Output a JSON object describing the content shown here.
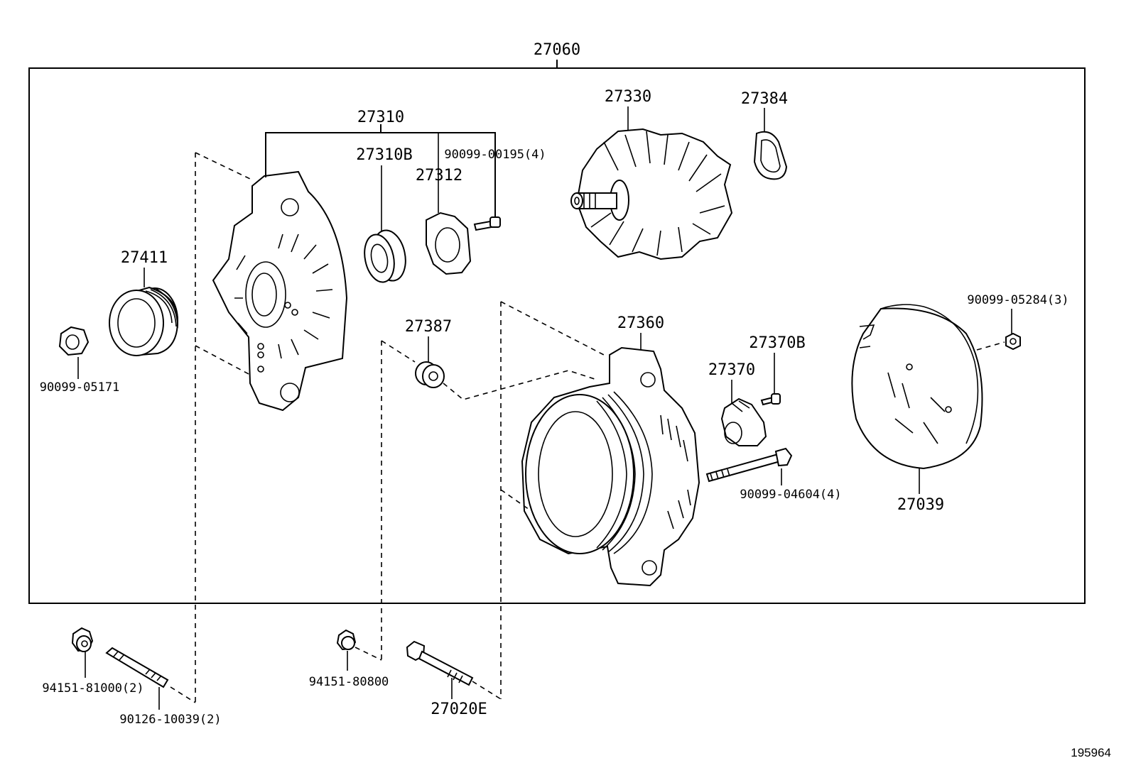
{
  "diagram_id": "195964",
  "assembly": {
    "number": "27060"
  },
  "labels": {
    "p27310": "27310",
    "p27310b": "27310B",
    "p27312": "27312",
    "p90099_00195": "90099-00195(4)",
    "p27330": "27330",
    "p27384": "27384",
    "p27411": "27411",
    "p90099_05171": "90099-05171",
    "p27387": "27387",
    "p27360": "27360",
    "p27370b": "27370B",
    "p27370": "27370",
    "p90099_04604": "90099-04604(4)",
    "p90099_05284": "90099-05284(3)",
    "p27039": "27039",
    "p94151_81000": "94151-81000(2)",
    "p90126_10039": "90126-10039(2)",
    "p94151_80800": "94151-80800",
    "p27020e": "27020E"
  }
}
